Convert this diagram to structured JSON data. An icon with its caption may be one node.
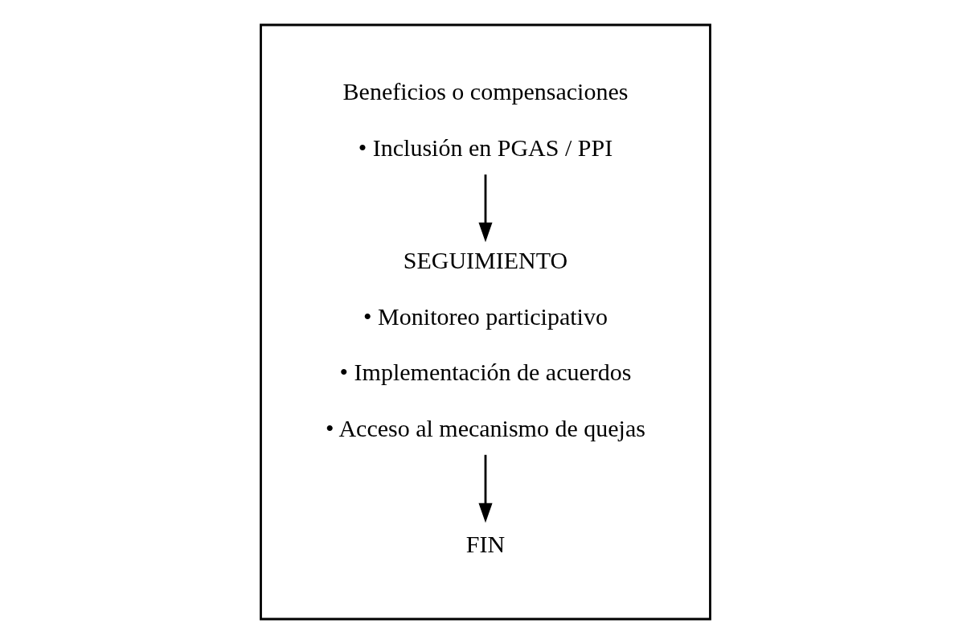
{
  "diagram": {
    "nodes": [
      {
        "text": [],
        "shape": "box"
      },
      {
        "text": [
          "Beneficios o compensaciones",
          "• Inclusión en PGAS / PPI"
        ],
        "in": 0
      },
      {
        "text": [
          "SEGUIMIENTO",
          "• Monitoreo participativo",
          "• Implementación de acuerdos",
          "• Acceso al mecanismo de quejas"
        ],
        "in": 0
      },
      {
        "text": [
          "FIN"
        ],
        "in": 0
      }
    ],
    "edges": [
      {
        "from": 1,
        "to": 2,
        "arrow": "to"
      },
      {
        "from": 2,
        "to": 3,
        "arrow": "to"
      }
    ]
  }
}
